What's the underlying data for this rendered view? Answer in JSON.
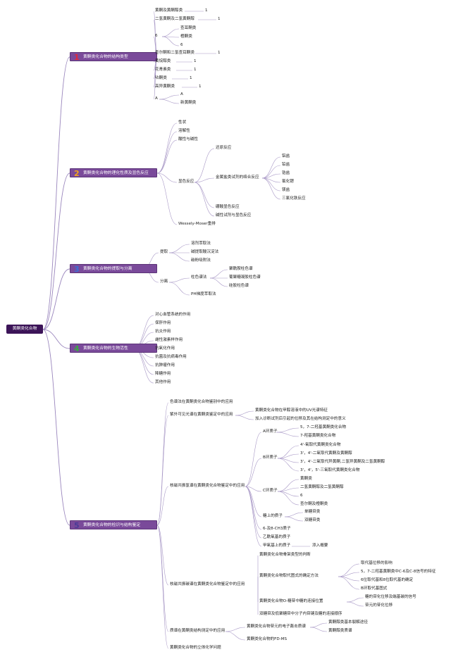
{
  "root": "黄酮类化合物",
  "sections": [
    {
      "num": "1",
      "title": "黄酮类化合物的结构类型"
    },
    {
      "num": "2",
      "title": "黄酮类化合物的理化性质及显色反应"
    },
    {
      "num": "3",
      "title": "黄酮类化合物的提取与分离"
    },
    {
      "num": "4",
      "title": "黄酮类化合物的生物活性"
    },
    {
      "num": "5",
      "title": "黄酮类化合物的检识与结构鉴定"
    }
  ],
  "s1": {
    "a": "黄酮及黄酮醇类",
    "b": "二氢黄酮及二氢黄酮醇",
    "c": "6",
    "c1": "查耳酮类",
    "c2": "橙酮类",
    "c3": "6",
    "d": "查尔酮和二氢查耳酮类",
    "e": "黄烷醇类",
    "f": "花青素类",
    "g": "呫酮类",
    "h": "高异黄酮类",
    "i": "A",
    "i1": "A",
    "i2": "新黄酮类",
    "m1": "1",
    "m2": "1",
    "m3": "1",
    "m4": "1",
    "m5": "1",
    "m6": "1",
    "m7": "1"
  },
  "s2": {
    "a": "性状",
    "b": "溶解性",
    "c": "酸性与碱性",
    "d": "显色反应",
    "d1": "还原反应",
    "d2": "金属盐类试剂的络合反应",
    "d21": "铝盐",
    "d22": "铅盐",
    "d23": "锆盐",
    "d24": "氯化锶",
    "d25": "镁盐",
    "d26": "三氯化铁反应",
    "d3": "硼酸显色反应",
    "d4": "碱性试剂与显色反应",
    "e": "Wessely-Moser重排"
  },
  "s3": {
    "a": "提取",
    "a1": "溶剂萃取法",
    "a2": "碱提取酸沉淀法",
    "a3": "碳粉吸附法",
    "b": "分离",
    "b1": "柱色谱法",
    "b11": "聚酰胺柱色谱",
    "b12": "葡聚糖凝胶柱色谱",
    "b13": "硅胶柱色谱",
    "b2": "PH梯度萃取法"
  },
  "s4": {
    "a": "对心血管系统的作用",
    "b": "保肝作用",
    "c": "抗炎作用",
    "d": "雌性激素样作用",
    "e": "抗氧化作用",
    "f": "抗菌及抗病毒作用",
    "g": "抗肿瘤作用",
    "h": "降糖作用",
    "i": "其他作用"
  },
  "s5": {
    "a": "色谱法在黄酮类化合物鉴别中的应用",
    "b": "紫外可见光谱在黄酮类鉴定中的应用",
    "b1": "黄酮类化合物在甲醇溶液中的UV光谱特征",
    "b2": "加入诊断试剂后引起的位移及其在结构测定中的意义",
    "c": "核磁共振氢谱在黄酮类化合物鉴定中的应用",
    "c1": "A环质子",
    "c11": "5，7-二羟基黄酮类化合物",
    "c12": "7-羟基黄酮类化合物",
    "c2": "B环质子",
    "c21": "4'-氧取代黄酮类化合物",
    "c22": "3'，4'-二氧取代黄酮及黄酮醇",
    "c23": "3'，4'-二氧取代异黄酮,二氢异黄酮及二氢黄酮醇",
    "c24": "3'，4'，5'-三氧取代黄酮类化合物",
    "c3": "C环质子",
    "c31": "黄酮类",
    "c32": "二氢黄酮醇及二氢黄酮醇",
    "c33": "6",
    "c34": "查尔酮及橙酮类",
    "c4": "糖上的质子",
    "c41": "单糖苷类",
    "c42": "双糖苷类",
    "c5": "6-及8-CH3质子",
    "c6": "乙酰氧基的质子",
    "c7": "甲氧基上的质子",
    "c71": "添入概要",
    "d": "核磁共振碳谱在黄酮类化合物鉴定中的应用",
    "d1": "黄酮类化合物骨架类型的判断",
    "d2": "黄酮类化合物取代图式的确定方法",
    "d21": "取代基位移的影响",
    "d22": "5，7-二羟基黄酮类中C-6及C-8信号的特征",
    "d23": "6位取代基和8位取代基的确定",
    "d24": "B环取代基图式",
    "d3": "黄酮类化合物O-糖苷中糖的连接位置",
    "d31": "糖的苷化位移及端基碳的信号",
    "d32": "苷元的苷化位移",
    "d4": "双糖苷及低聚糖苷中分子内苷键及糖的连接顺序",
    "e": "质谱在黄酮类结构测定中的应用",
    "e1": "黄酮类化合物苷元的电子轰击质谱",
    "e11": "黄酮醇类基本裂解途径",
    "e12": "黄酮醇类质谱",
    "e2": "黄酮类化合物的FD-MS",
    "f": "黄酮类化合物的立体化学问题"
  }
}
